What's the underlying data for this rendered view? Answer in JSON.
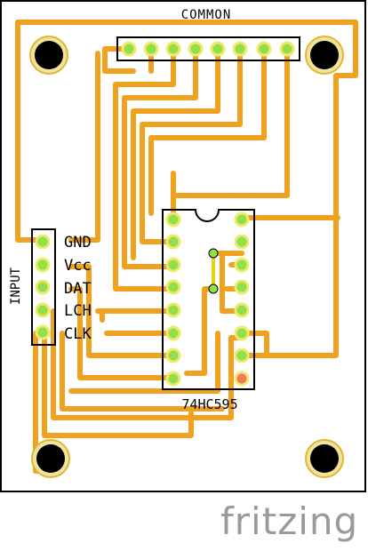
{
  "labels": {
    "common": "COMMON",
    "input": "INPUT",
    "chip": "74HC595",
    "brand": "fritzing"
  },
  "pins": [
    "GND",
    "Vcc",
    "DAT",
    "LCH",
    "CLK"
  ],
  "colors": {
    "trace": "#f0a21e",
    "pad_green": "#8fe04a",
    "pad_ring": "#f2e86a",
    "pad_red": "#f07a5a",
    "jumper": "#e8d010",
    "hole_ring": "#f2e2a0",
    "silk": "#000000",
    "brand": "#9a9a9a"
  }
}
